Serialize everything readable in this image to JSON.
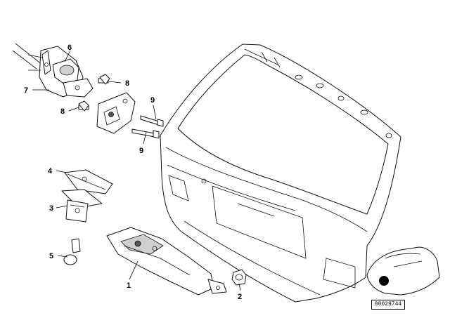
{
  "diagram": {
    "callouts": [
      {
        "id": "c1",
        "label": "1"
      },
      {
        "id": "c2",
        "label": "2"
      },
      {
        "id": "c3",
        "label": "3"
      },
      {
        "id": "c4",
        "label": "4"
      },
      {
        "id": "c5",
        "label": "5"
      },
      {
        "id": "c6",
        "label": "6"
      },
      {
        "id": "c7",
        "label": "7"
      },
      {
        "id": "c8a",
        "label": "8"
      },
      {
        "id": "c8b",
        "label": "8"
      },
      {
        "id": "c9a",
        "label": "9"
      },
      {
        "id": "c9b",
        "label": "9"
      }
    ],
    "code": "00029744"
  }
}
